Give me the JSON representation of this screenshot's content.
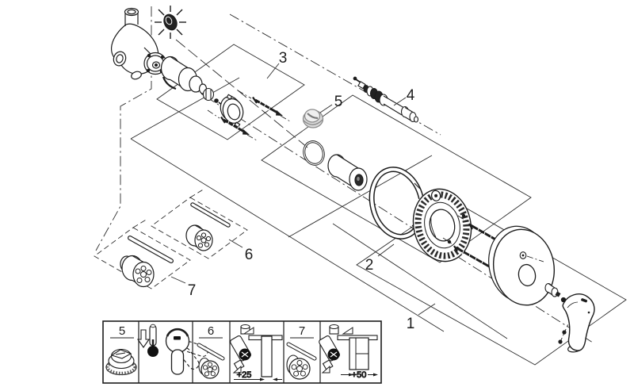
{
  "figure": {
    "kind": "exploded-parts-diagram",
    "background": "#ffffff",
    "line_color": "#1c1c1c",
    "gray_part_color": "#8c8c8c",
    "callouts": {
      "c1": "1",
      "c2": "2",
      "c3": "3",
      "c4": "4",
      "c5": "5",
      "c6": "6",
      "c7": "7"
    },
    "inset": {
      "panel_5_label": "5",
      "panel_6_label": "6",
      "panel_7_label": "7",
      "dimension_25": "+25",
      "dimension_50": "+50"
    },
    "icons": {
      "temperature_stop_icon": "dark-ring-with-radiating-lines",
      "thermometer_icon": "thermometer-with-down-arrow",
      "handle_swing_icon": "lever-with-dashed-swing-positions",
      "flow_mark_icon": "small-right-triangle"
    }
  }
}
